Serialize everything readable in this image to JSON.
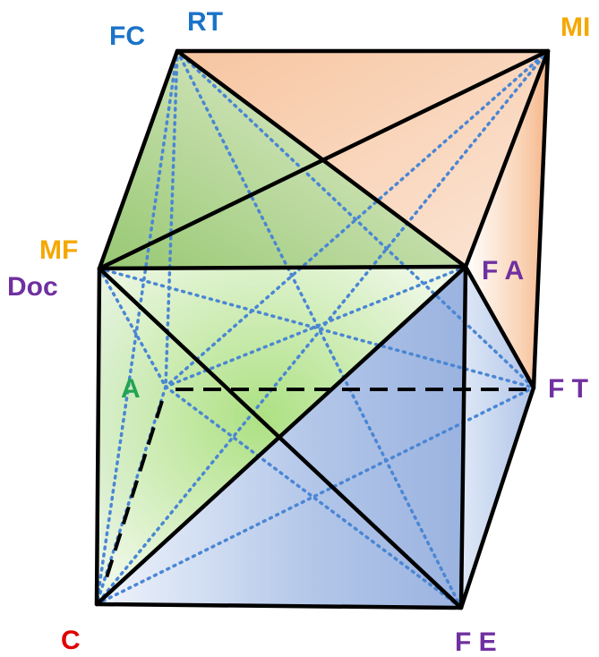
{
  "labels": {
    "fc": "FC",
    "rt": "RT",
    "mi": "MI",
    "mf": "MF",
    "doc": "Doc",
    "fa": "F A",
    "a": "A",
    "ft": "F T",
    "c": "C",
    "fe": "F E"
  },
  "colors": {
    "blue_label": "#1a73c8",
    "orange_label": "#f5a800",
    "purple_label": "#7030a0",
    "green_label": "#22a550",
    "red_label": "#e00000",
    "edge": "#000000",
    "dotted": "#4a86d4",
    "face_green": "#a8d88a",
    "face_orange": "#f4b183",
    "face_blue": "#8faadc"
  }
}
